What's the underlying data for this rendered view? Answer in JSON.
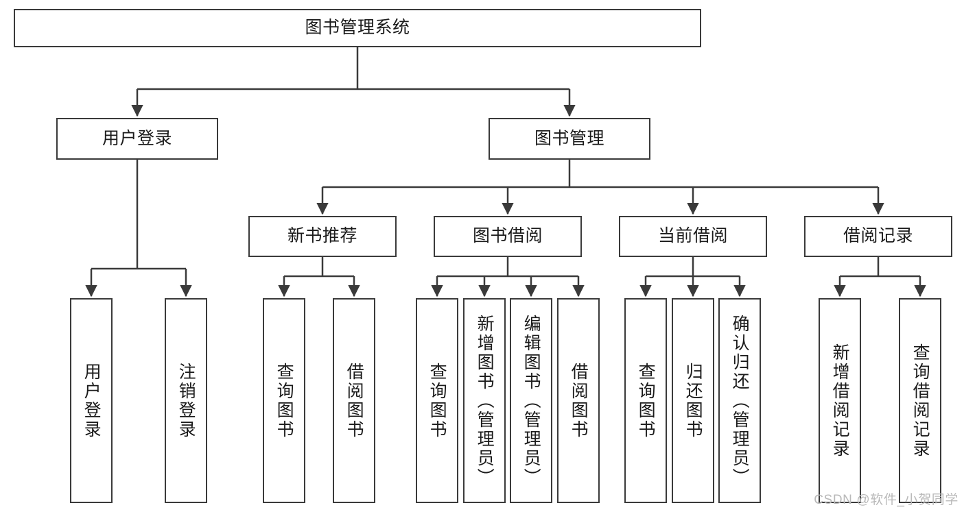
{
  "diagram": {
    "title": "图书管理系统",
    "type": "functional-structure-tree",
    "stroke_color": "#3a3a3a",
    "fill_color": "#ffffff",
    "text_color": "#1b1b1b"
  },
  "watermark": {
    "text": "CSDN @软件_小贺同学",
    "color": "#b9b9b9"
  },
  "nodes": {
    "root": {
      "label": "图书管理系统",
      "level": 1
    },
    "l2": [
      {
        "id": "user-login",
        "label": "用户登录",
        "level": 2
      },
      {
        "id": "book-manage",
        "label": "图书管理",
        "level": 2
      }
    ],
    "l3": [
      {
        "id": "new-book-recommend",
        "label": "新书推荐",
        "level": 3,
        "parent": "book-manage"
      },
      {
        "id": "book-borrow",
        "label": "图书借阅",
        "level": 3,
        "parent": "book-manage"
      },
      {
        "id": "current-borrow",
        "label": "当前借阅",
        "level": 3,
        "parent": "book-manage"
      },
      {
        "id": "borrow-record",
        "label": "借阅记录",
        "level": 3,
        "parent": "book-manage"
      }
    ],
    "leaves": [
      {
        "id": "leaf-user-login",
        "label": "用户登录",
        "parent": "user-login"
      },
      {
        "id": "leaf-logout-login",
        "label": "注销登录",
        "parent": "user-login"
      },
      {
        "id": "leaf-query-book-1",
        "label": "查询图书",
        "parent": "new-book-recommend"
      },
      {
        "id": "leaf-borrow-book-1",
        "label": "借阅图书",
        "parent": "new-book-recommend"
      },
      {
        "id": "leaf-query-book-2",
        "label": "查询图书",
        "parent": "book-borrow"
      },
      {
        "id": "leaf-add-book",
        "label": "新增图书（管理员）",
        "parent": "book-borrow"
      },
      {
        "id": "leaf-edit-book",
        "label": "编辑图书（管理员）",
        "parent": "book-borrow"
      },
      {
        "id": "leaf-borrow-book-2",
        "label": "借阅图书",
        "parent": "book-borrow"
      },
      {
        "id": "leaf-query-book-3",
        "label": "查询图书",
        "parent": "current-borrow"
      },
      {
        "id": "leaf-return-book",
        "label": "归还图书",
        "parent": "current-borrow"
      },
      {
        "id": "leaf-confirm-return",
        "label": "确认归还（管理员）",
        "parent": "current-borrow"
      },
      {
        "id": "leaf-add-record",
        "label": "新增借阅记录",
        "parent": "borrow-record"
      },
      {
        "id": "leaf-query-record",
        "label": "查询借阅记录",
        "parent": "borrow-record"
      }
    ]
  }
}
